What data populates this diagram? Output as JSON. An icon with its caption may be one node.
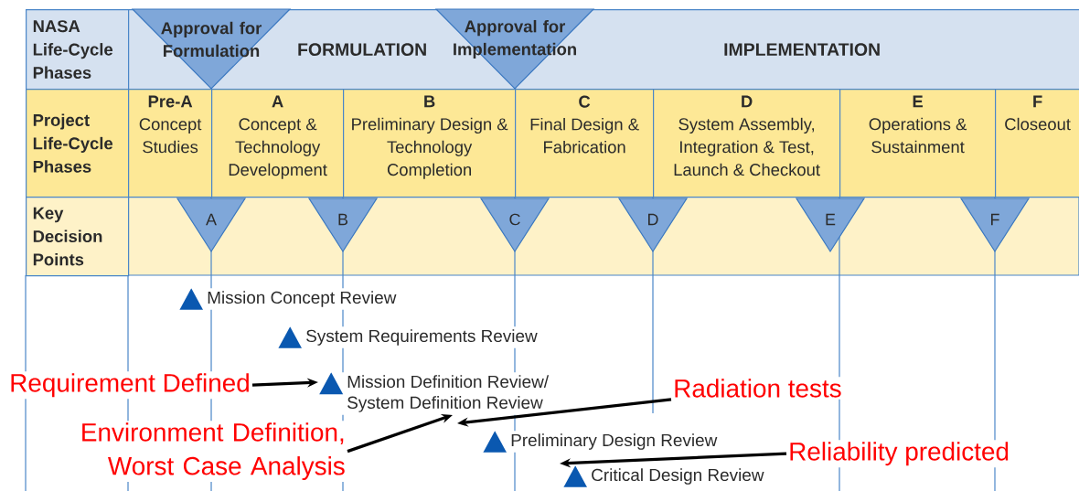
{
  "diagram": {
    "nodes": [
      {
        "text": [
          "NASA Life-Cycle Phases"
        ]
      },
      {
        "text": [
          "Approval for Formulation"
        ],
        "in": 2
      },
      {
        "text": [
          "FORMULATION"
        ]
      },
      {
        "text": [
          "Approval for Implementation"
        ]
      },
      {
        "text": [
          "IMPLEMENTATION"
        ]
      },
      {
        "text": [
          "Project Life-Cycle Phases"
        ]
      },
      {
        "text": [
          "Pre-A",
          "Concept Studies"
        ]
      },
      {
        "text": [
          "A",
          "Concept & Technology Development"
        ]
      },
      {
        "text": [
          "B",
          "Preliminary Design & Technology Completion"
        ]
      },
      {
        "text": [
          "C",
          "Final Design & Fabrication"
        ]
      },
      {
        "text": [
          "D",
          "System Assembly, Integration & Test, Launch & Checkout"
        ]
      },
      {
        "text": [
          "E",
          "Operations & Sustainment"
        ]
      },
      {
        "text": [
          "F",
          "Closeout"
        ]
      },
      {
        "text": [
          "Key Decision Points"
        ]
      },
      {
        "text": [
          "A"
        ]
      },
      {
        "text": [
          "B"
        ]
      },
      {
        "text": [
          "C"
        ]
      },
      {
        "text": [
          "D"
        ]
      },
      {
        "text": [
          "E"
        ]
      },
      {
        "text": [
          "F"
        ]
      },
      {
        "text": [
          "Mission Concept Review"
        ]
      },
      {
        "text": [
          "System Requirements Review"
        ]
      },
      {
        "text": [
          "Requirement Defined"
        ]
      },
      {
        "text": [
          "Mission Definition Review/ System Definition Review"
        ]
      },
      {
        "text": [
          "Radiation tests"
        ]
      },
      {
        "text": [
          "Environment Definition, Worst Case Analysis"
        ]
      },
      {
        "text": [
          "Preliminary Design Review"
        ]
      },
      {
        "text": [
          "Reliability predicted"
        ]
      },
      {
        "text": [
          "Critical Design Review"
        ]
      }
    ],
    "edges": [
      {
        "from": 22,
        "to": 23,
        "arrow": "to"
      },
      {
        "from": 25,
        "to": 23,
        "arrow": "to"
      },
      {
        "from": 24,
        "to": 23,
        "arrow": "to"
      },
      {
        "from": 27,
        "to": 28,
        "arrow": "to"
      }
    ]
  }
}
